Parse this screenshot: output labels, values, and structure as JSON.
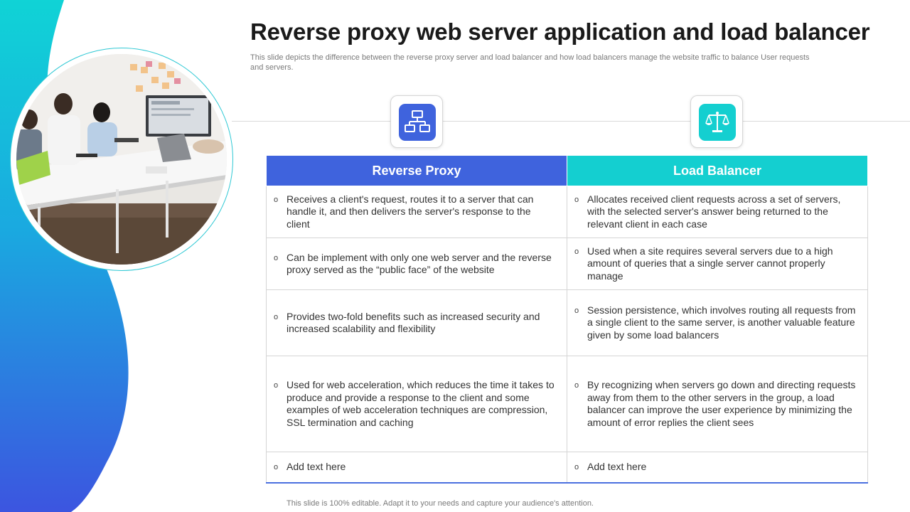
{
  "page": {
    "title": "Reverse proxy web server application and load balancer",
    "subtitle": "This slide depicts the difference between the reverse proxy  server and load balancer and how load balancers manage the website traffic to balance User requests and servers.",
    "footer": "This slide is 100% editable. Adapt it to your needs and capture your audience's attention."
  },
  "colors": {
    "blue": "#3f63dd",
    "teal": "#14cfd0",
    "cyan_ring": "#2ec8d4"
  },
  "icons": {
    "left": "server-network-icon",
    "right": "balance-scale-icon"
  },
  "table": {
    "headers": [
      "Reverse Proxy",
      "Load Balancer"
    ],
    "rows": [
      [
        "Receives a client's request, routes it to a server that can handle it, and then delivers the server's response to the client",
        "Allocates received client requests across a set of servers, with the selected server's answer being returned to the relevant client in each case"
      ],
      [
        "Can be implement with only one web server and the reverse proxy served as the “public face” of the website",
        "Used when a site requires several servers due to a high amount of queries that a single server cannot properly manage"
      ],
      [
        "Provides two-fold benefits such as increased security and increased scalability and flexibility",
        "Session persistence, which involves routing all requests from a single client to the same server, is another valuable feature given by some load balancers"
      ],
      [
        "Used for web acceleration, which reduces the time it takes to produce and provide a response to the client and some examples of web acceleration techniques are compression, SSL termination and caching",
        "By recognizing when servers go down and directing requests away from them to the other servers in the group, a load balancer can improve the user experience by minimizing the amount of error replies the client sees"
      ],
      [
        "Add text here",
        "Add text here"
      ]
    ],
    "bullet": "o"
  }
}
